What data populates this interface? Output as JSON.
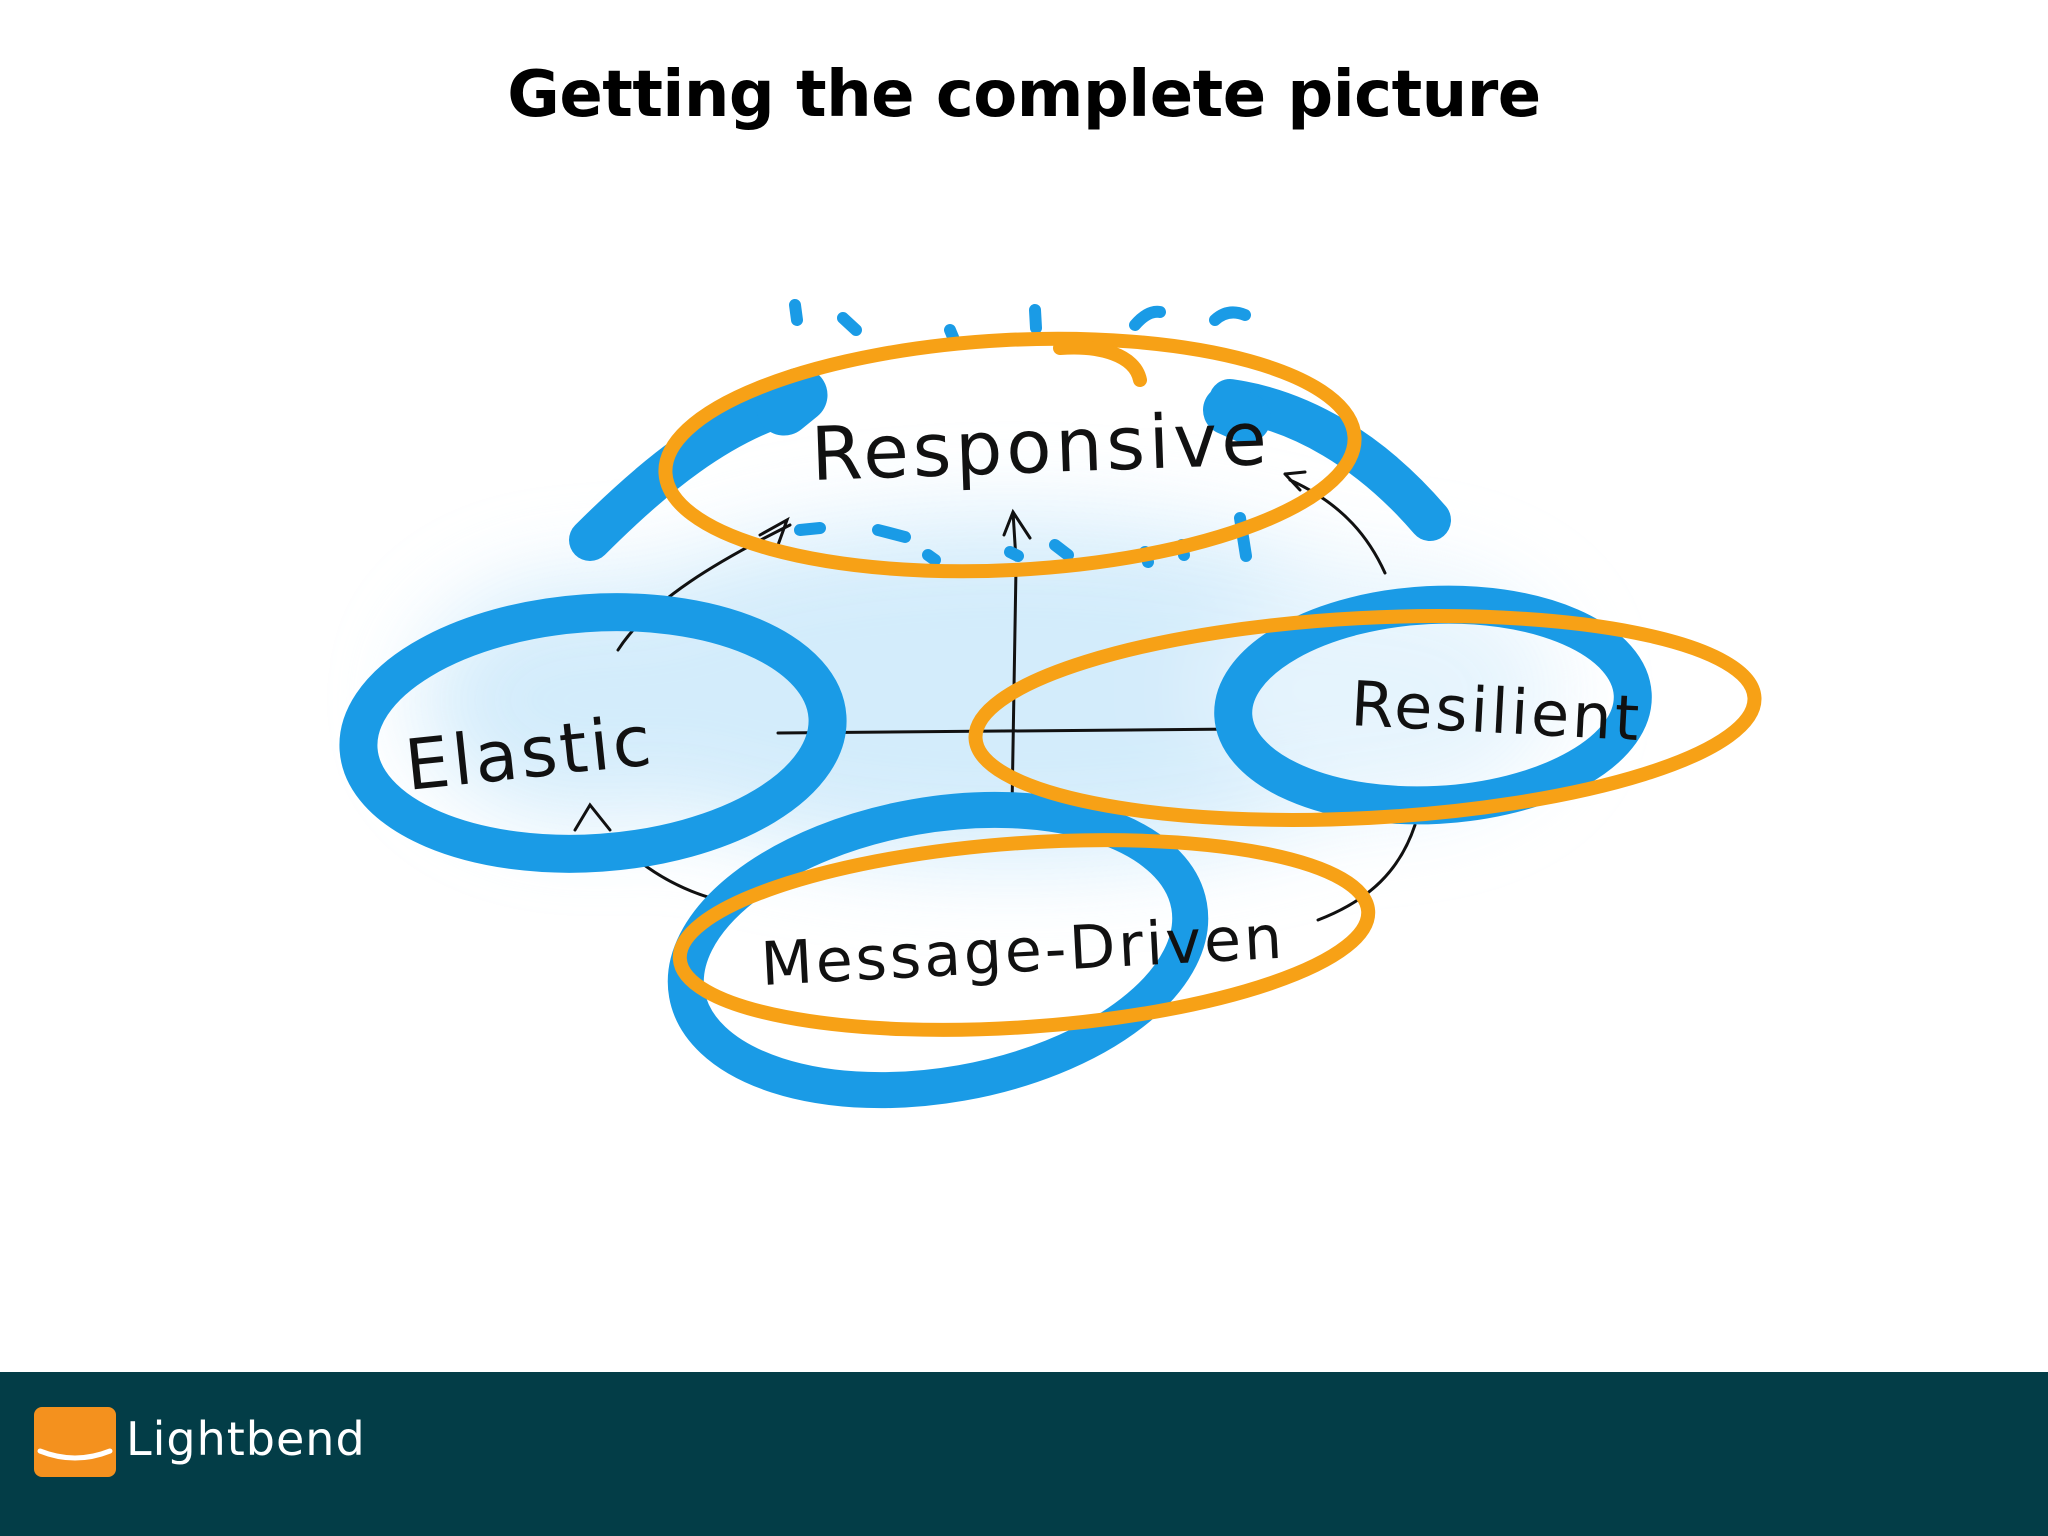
{
  "slide": {
    "title": "Getting the complete picture"
  },
  "diagram": {
    "nodes": {
      "responsive": "Responsive",
      "elastic": "Elastic",
      "resilient": "Resilient",
      "message_driven": "Message-Driven"
    },
    "colors": {
      "blue_highlight": "#1a9be6",
      "orange_highlight": "#f7a116",
      "glow": "#cfeafb",
      "ink": "#111111"
    }
  },
  "footer": {
    "brand": "Lightbend",
    "background": "#033d47",
    "logo_color": "#f4911e"
  }
}
